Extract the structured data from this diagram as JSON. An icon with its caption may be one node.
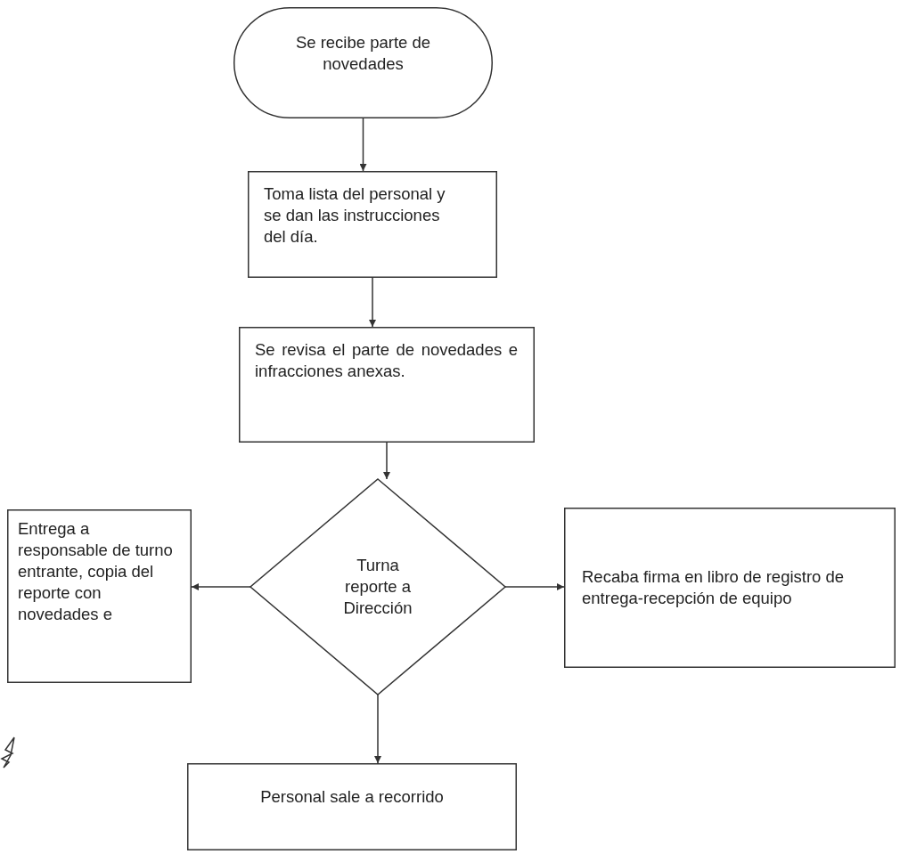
{
  "diagram": {
    "nodes": [
      {
        "text": [
          "Se recibe parte de novedades"
        ]
      },
      {
        "text": [
          "Toma lista del personal y se dan las instrucciones del día."
        ]
      },
      {
        "text": [
          "Se revisa el parte de novedades e infracciones anexas."
        ]
      },
      {
        "text": [
          "Turna reporte a Dirección"
        ]
      },
      {
        "text": [
          "Entrega a responsable de turno entrante, copia del reporte con novedades e"
        ]
      },
      {
        "text": [
          "Recaba firma en libro de registro de entrega-recepción de equipo"
        ]
      },
      {
        "text": [
          "Personal sale a recorrido"
        ]
      }
    ],
    "edges": [
      {
        "from": 0,
        "to": 1,
        "arrow": "to"
      },
      {
        "from": 1,
        "to": 2,
        "arrow": "to"
      },
      {
        "from": 2,
        "to": 3,
        "arrow": "to"
      },
      {
        "from": 3,
        "to": 4,
        "arrow": "to"
      },
      {
        "from": 3,
        "to": 5,
        "arrow": "to"
      },
      {
        "from": 3,
        "to": 6,
        "arrow": "to"
      }
    ]
  }
}
